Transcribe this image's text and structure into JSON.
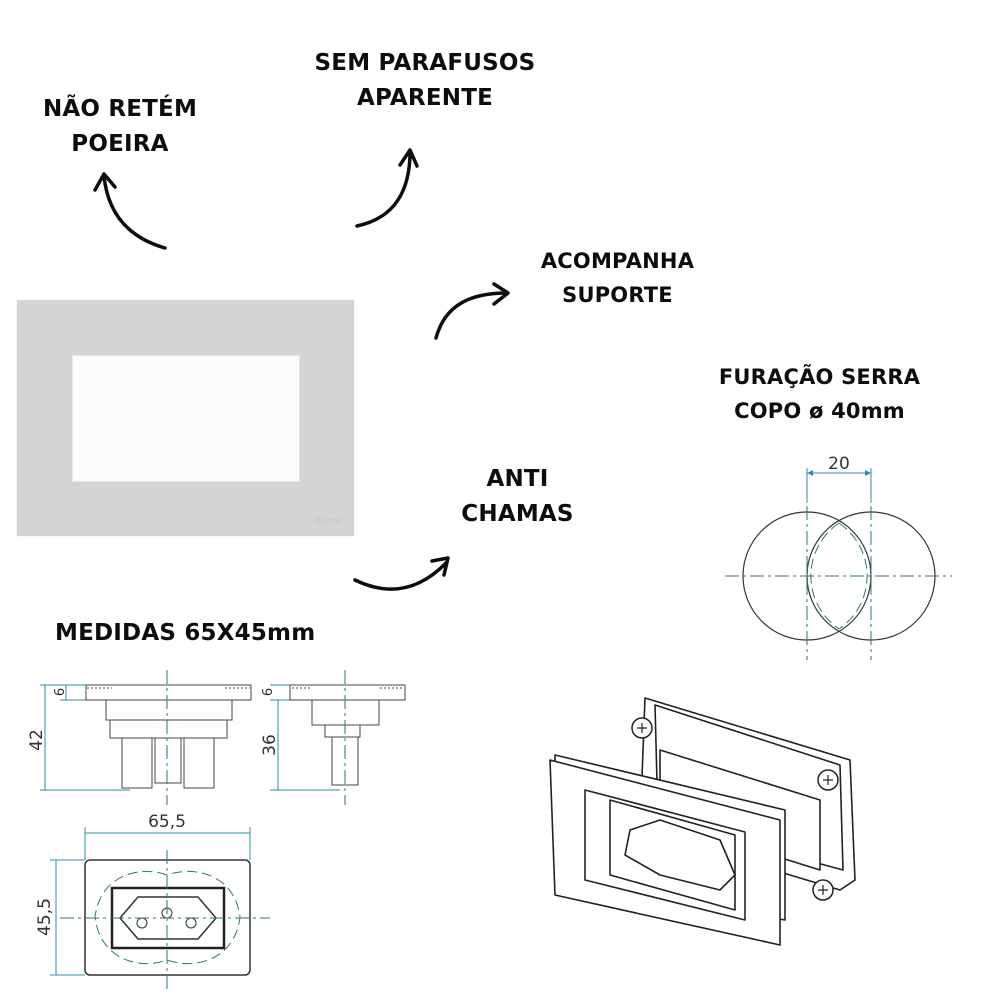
{
  "features": {
    "dust": [
      "NÃO RETÉM",
      "POEIRA"
    ],
    "screws": [
      "SEM PARAFUSOS",
      "APARENTE"
    ],
    "support": [
      "ACOMPANHA",
      "SUPORTE"
    ],
    "drilling": [
      "FURAÇÃO SERRA",
      "COPO ø 40mm"
    ],
    "flame": [
      "ANTI",
      "CHAMAS"
    ]
  },
  "product": {
    "brand": "Ilumi",
    "colors": {
      "plate": "#d3d4d5",
      "window": "#fbfbfb"
    }
  },
  "measures": {
    "heading": "MEDIDAS 65X45mm",
    "side_view": {
      "flange": "6",
      "total_depth": "42"
    },
    "side_view_2": {
      "flange": "6",
      "depth": "36"
    },
    "front_view": {
      "width": "65,5",
      "height": "45,5"
    }
  },
  "drilling_diagram": {
    "center_distance": "20"
  },
  "colors": {
    "text": "#0d0d0d",
    "dimension_line": "#2a8fa8",
    "center_line": "#2e7d4f"
  }
}
